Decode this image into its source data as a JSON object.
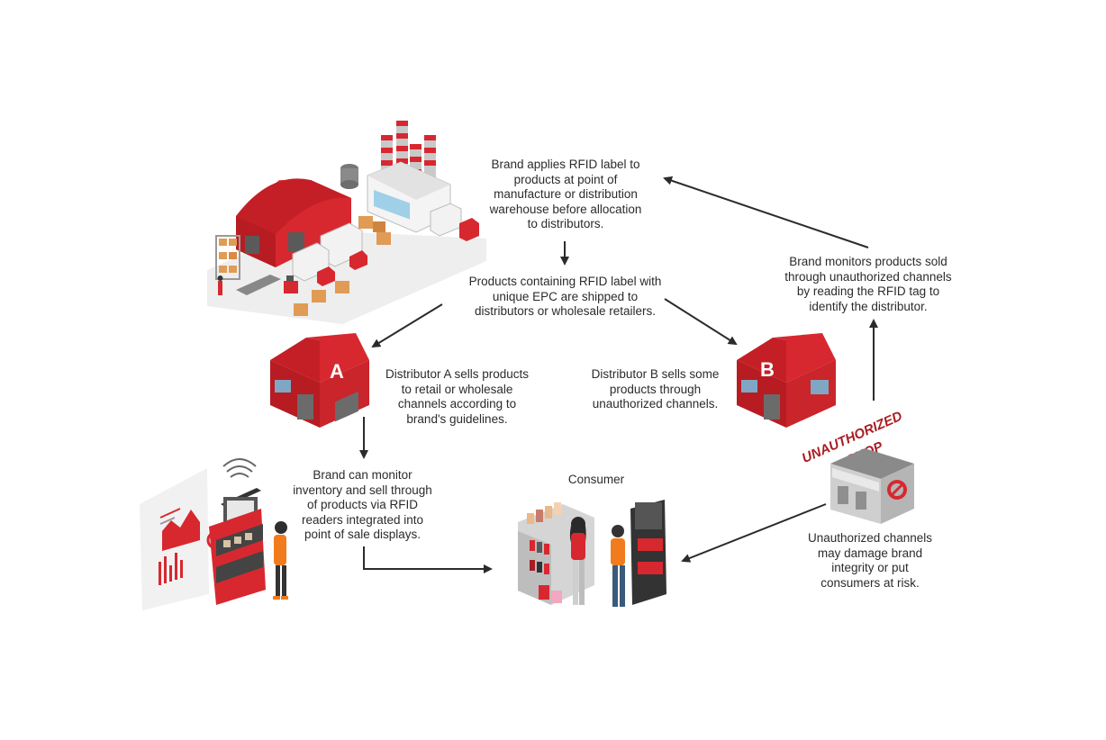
{
  "colors": {
    "brand_red": "#d7282f",
    "dark_red": "#a81d23",
    "arrow": "#2b2b2b",
    "text": "#2b2b2b"
  },
  "labels": {
    "manufacture": "Brand applies RFID label to\nproducts at point of\nmanufacture or distribution\nwarehouse before allocation\nto distributors.",
    "shipping": "Products containing RFID label with\nunique EPC are shipped to\ndistributors or wholesale retailers.",
    "distributor_a": "Distributor A sells products\nto retail or wholesale\nchannels according to\nbrand's guidelines.",
    "distributor_b": "Distributor B sells some\nproducts through\nunauthorized channels.",
    "monitor_sold": "Brand monitors products sold\nthrough unauthorized channels\nby reading the RFID tag to\nidentify the distributor.",
    "pos": "Brand can monitor\ninventory and sell through\nof products via RFID\nreaders integrated into\npoint of sale displays.",
    "consumer": "Consumer",
    "risk": "Unauthorized channels\nmay damage brand\nintegrity or put\nconsumers at risk."
  },
  "building_letters": {
    "a": "A",
    "b": "B"
  },
  "shop_sign": {
    "line1": "UNAUTHORIZED",
    "line2": "SHOP"
  },
  "icons": [
    "factory-warehouse-illustration",
    "distributor-a-building",
    "distributor-b-building",
    "unauthorized-shop-building",
    "pos-display-illustration",
    "consumer-store-illustration"
  ]
}
